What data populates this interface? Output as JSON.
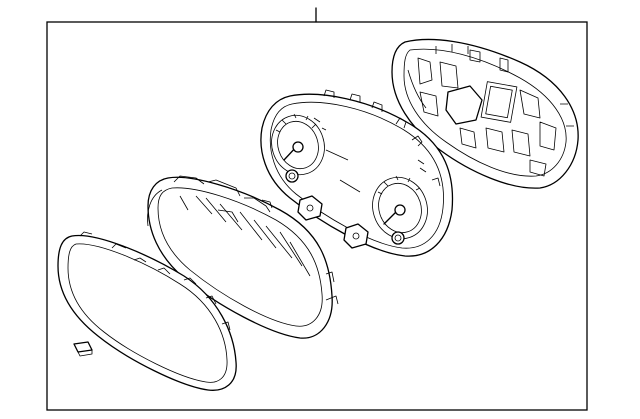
{
  "diagram": {
    "type": "exploded-parts-view",
    "callout_count": 1,
    "parts": [
      {
        "part": "lens-cover",
        "visible": true
      },
      {
        "part": "hood-bezel",
        "visible": true
      },
      {
        "part": "gauge-face",
        "visible": true,
        "gauges": 2
      },
      {
        "part": "rear-housing",
        "visible": true
      }
    ],
    "colors": {
      "line": "#000000",
      "background": "#ffffff"
    }
  }
}
